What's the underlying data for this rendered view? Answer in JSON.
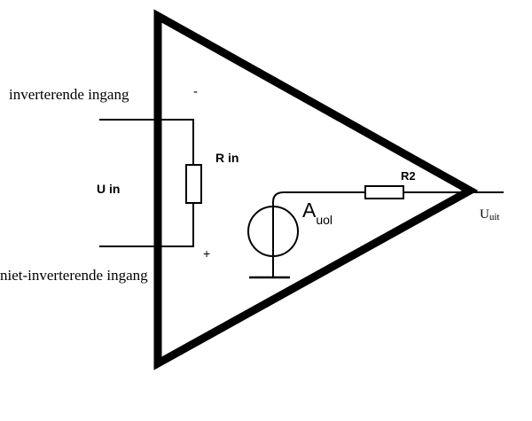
{
  "labels": {
    "inverting_input": "inverterende ingang",
    "non_inverting_input": "niet-inverterende ingang",
    "minus_sign": "-",
    "plus_sign": "+",
    "input_resistor": "R in",
    "input_voltage": "U in",
    "open_loop_gain_main": "A",
    "open_loop_gain_sub": "uol",
    "output_resistor": "R2",
    "output_voltage_main": "U",
    "output_voltage_sub": "uit"
  },
  "colors": {
    "stroke": "#000000",
    "background": "#ffffff"
  }
}
